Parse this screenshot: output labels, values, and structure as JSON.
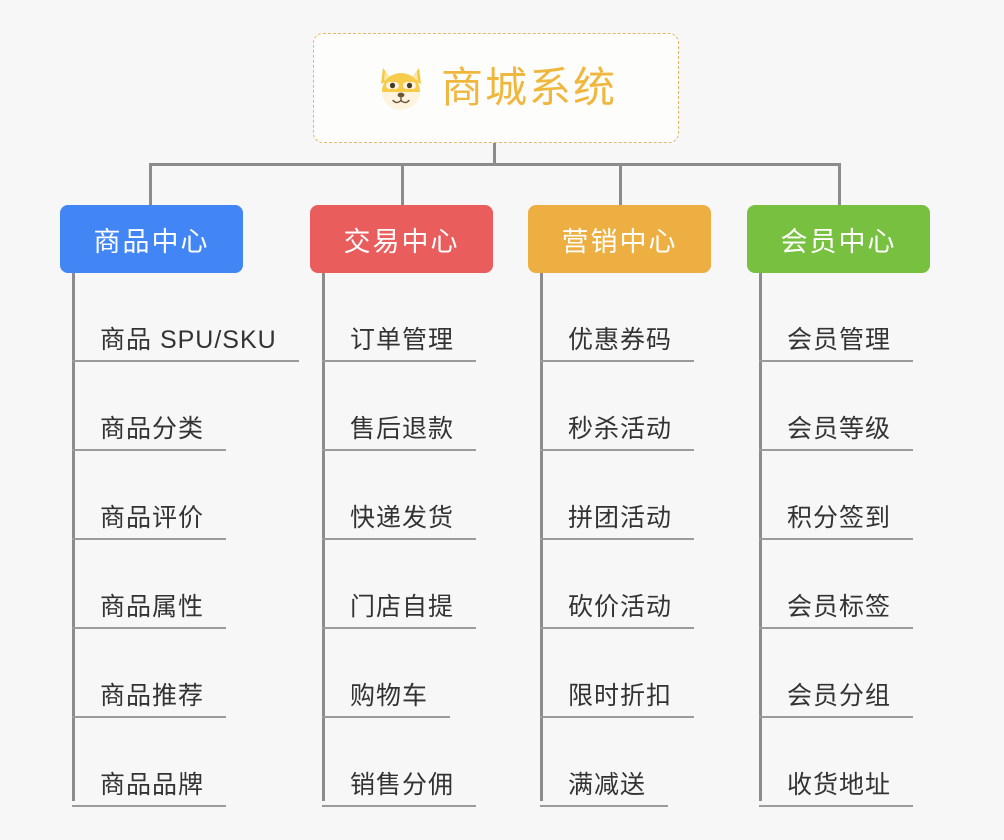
{
  "diagram": {
    "title": "商城系统",
    "root": {
      "label": "商城系统",
      "icon": "shiba-dog-icon",
      "text_color": "#f0b73f",
      "border_color": "#e8b765",
      "background": "#fdfdfb"
    },
    "connector_color": "#8c8c8c",
    "page_background": "#f7f7f7",
    "leaf_text_color": "#333333",
    "leaf_underline_color": "#9b9b9b",
    "columns": [
      {
        "label": "商品中心",
        "color": "#4285f4",
        "items": [
          {
            "label": "商品 SPU/SKU"
          },
          {
            "label": "商品分类"
          },
          {
            "label": "商品评价"
          },
          {
            "label": "商品属性"
          },
          {
            "label": "商品推荐"
          },
          {
            "label": "商品品牌"
          }
        ]
      },
      {
        "label": "交易中心",
        "color": "#e95d5d",
        "items": [
          {
            "label": "订单管理"
          },
          {
            "label": "售后退款"
          },
          {
            "label": "快递发货"
          },
          {
            "label": "门店自提"
          },
          {
            "label": "购物车"
          },
          {
            "label": "销售分佣"
          }
        ]
      },
      {
        "label": "营销中心",
        "color": "#edaf41",
        "items": [
          {
            "label": "优惠券码"
          },
          {
            "label": "秒杀活动"
          },
          {
            "label": "拼团活动"
          },
          {
            "label": "砍价活动"
          },
          {
            "label": "限时折扣"
          },
          {
            "label": "满减送"
          }
        ]
      },
      {
        "label": "会员中心",
        "color": "#78c040",
        "items": [
          {
            "label": "会员管理"
          },
          {
            "label": "会员等级"
          },
          {
            "label": "积分签到"
          },
          {
            "label": "会员标签"
          },
          {
            "label": "会员分组"
          },
          {
            "label": "收货地址"
          }
        ]
      }
    ]
  }
}
